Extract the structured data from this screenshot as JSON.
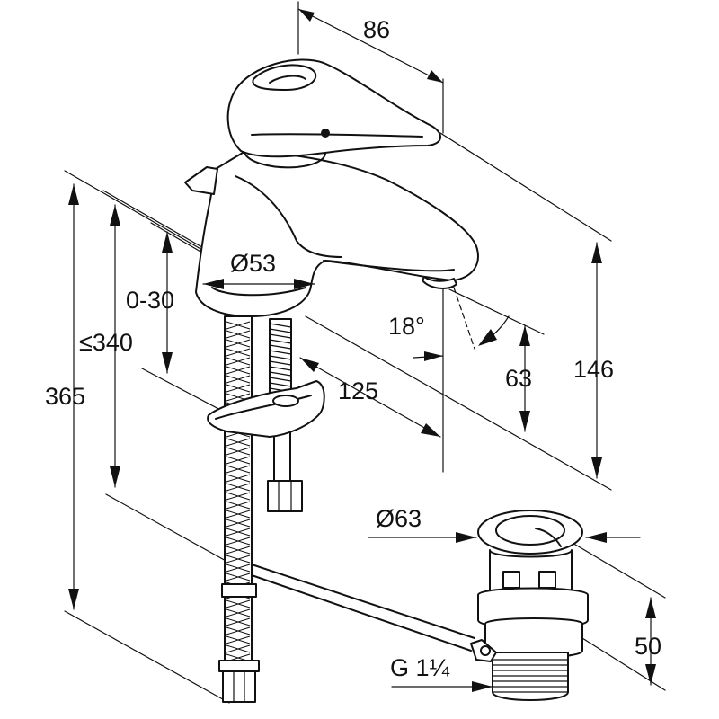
{
  "dimensions": {
    "width_top": "86",
    "diameter_body": "Ø53",
    "adjust_range": "0-30",
    "max_length": "≤340",
    "total_height": "365",
    "angle": "18°",
    "spout_reach": "125",
    "spout_height": "63",
    "body_height": "146",
    "drain_diameter": "Ø63",
    "drain_height": "50",
    "thread": "G 1¼"
  }
}
